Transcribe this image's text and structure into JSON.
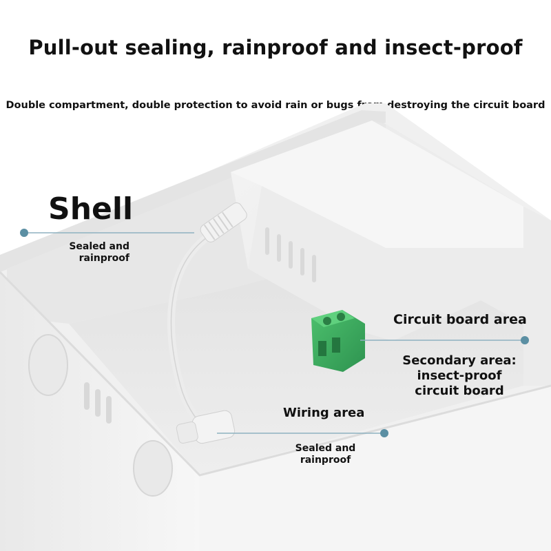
{
  "heading": "Pull-out sealing, rainproof and insect-proof",
  "subheading": "Double compartment, double protection to avoid rain or bugs from destroying the circuit board",
  "callouts": {
    "shell": {
      "title": "Shell",
      "note": "Sealed and rainproof"
    },
    "circuit_board": {
      "title": "Circuit board area",
      "note": "Secondary area: insect-proof circuit board"
    },
    "wiring": {
      "title": "Wiring area",
      "note": "Sealed and rainproof"
    }
  },
  "colors": {
    "callout_dot": "#5b8fa3",
    "terminal_green": "#3fae5f",
    "box_white": "#f1f1f1"
  },
  "product_image": "white-junction-box-photo"
}
